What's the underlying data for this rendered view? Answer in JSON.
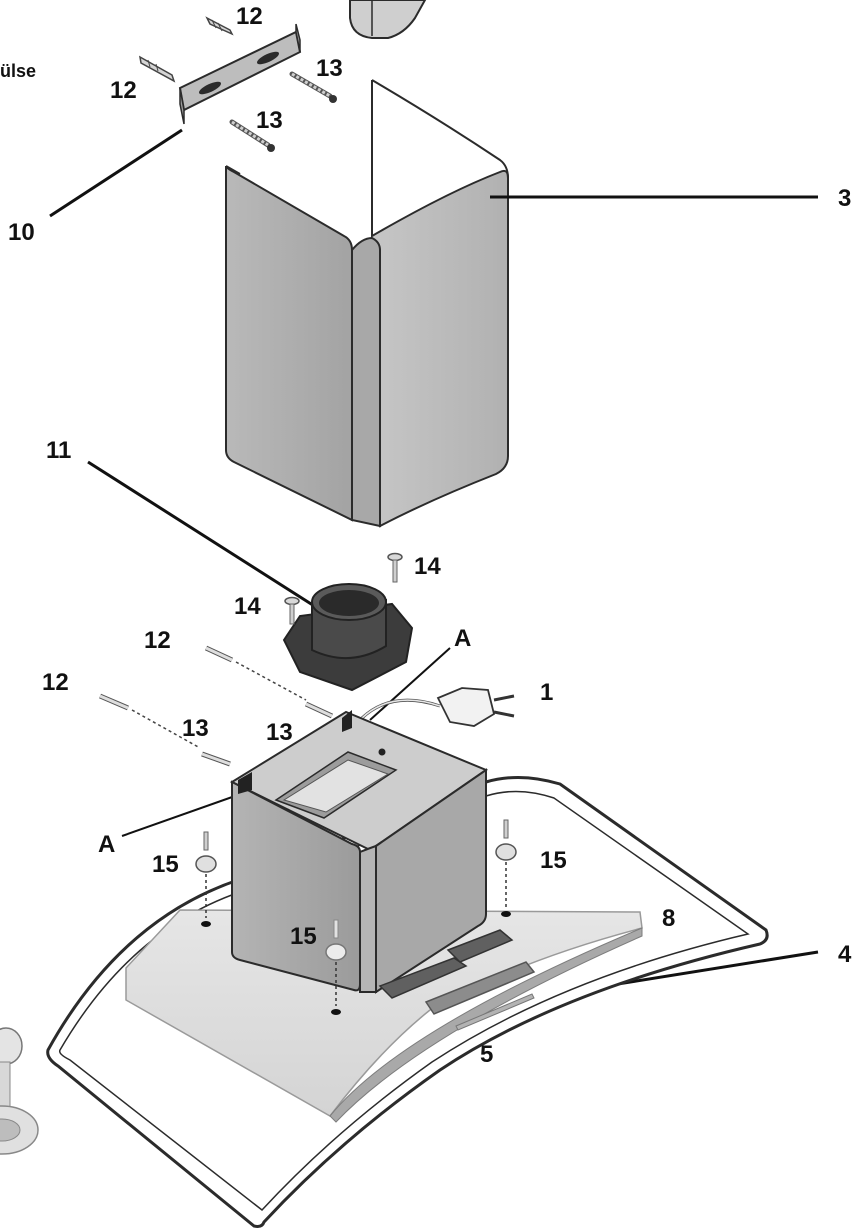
{
  "partial_text": "ülse",
  "callouts": {
    "c12a": "12",
    "c12b": "12",
    "c13a": "13",
    "c13b": "13",
    "c10": "10",
    "c3": "3",
    "c11": "11",
    "c14a": "14",
    "c14b": "14",
    "cA1": "A",
    "c12c": "12",
    "c12d": "12",
    "c1": "1",
    "c13c": "13",
    "c13d": "13",
    "cA2": "A",
    "c15a": "15",
    "c15b": "15",
    "c15c": "15",
    "c8": "8",
    "c4": "4",
    "c5": "5"
  },
  "colors": {
    "metal_light": "#c9c9c9",
    "metal_mid": "#a9a9a9",
    "metal_dark": "#7d7d7d",
    "glass": "#dcdcdc",
    "outline": "#2b2b2b",
    "collar": "#3a3a3a",
    "label": "#111111"
  }
}
